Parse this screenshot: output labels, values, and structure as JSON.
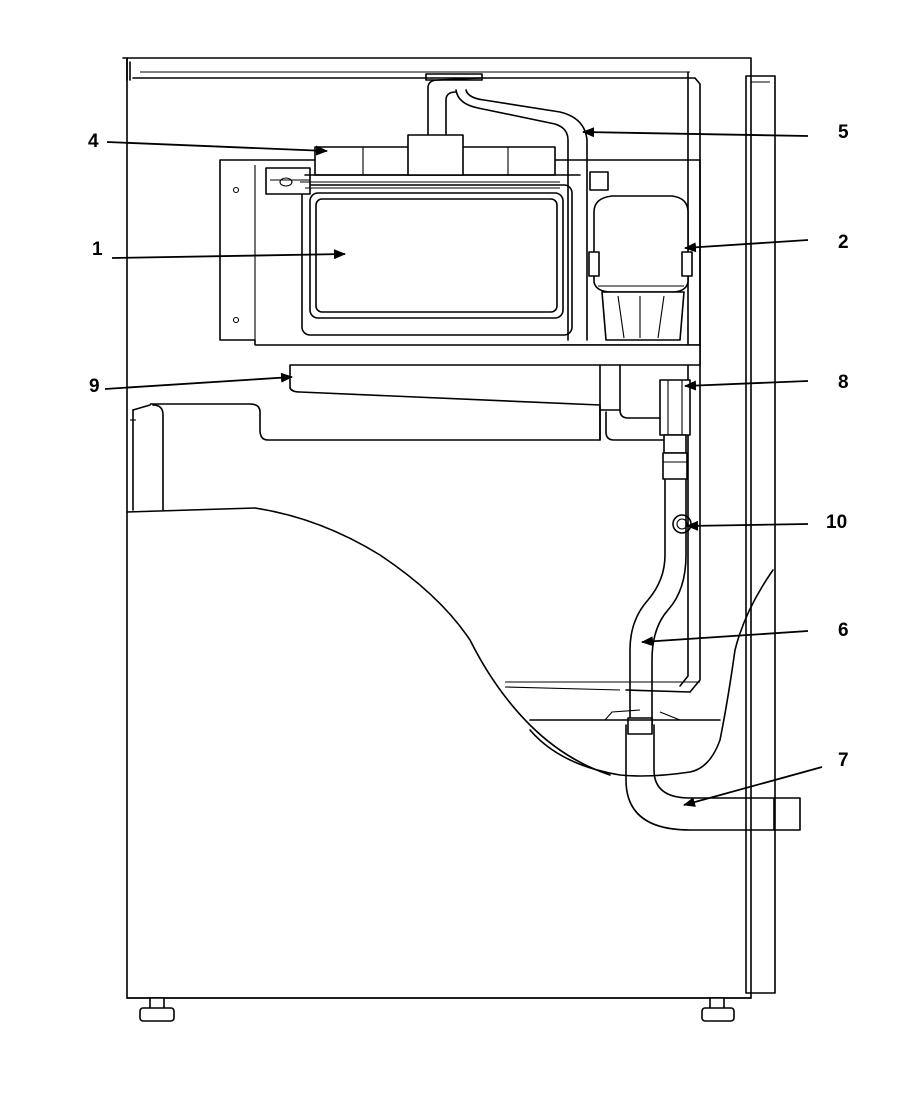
{
  "callouts": [
    {
      "id": "c1",
      "label": "1"
    },
    {
      "id": "c2",
      "label": "2"
    },
    {
      "id": "c4",
      "label": "4"
    },
    {
      "id": "c5",
      "label": "5"
    },
    {
      "id": "c6",
      "label": "6"
    },
    {
      "id": "c7",
      "label": "7"
    },
    {
      "id": "c8",
      "label": "8"
    },
    {
      "id": "c9",
      "label": "9"
    },
    {
      "id": "c10",
      "label": "10"
    }
  ]
}
